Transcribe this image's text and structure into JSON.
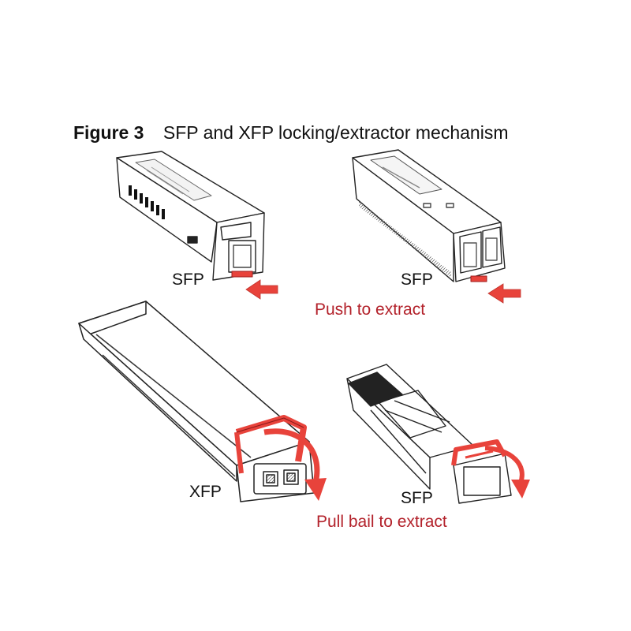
{
  "figure": {
    "number": "Figure 3",
    "title": "SFP and XFP locking/extractor mechanism"
  },
  "labels": {
    "sfp_top_left": "SFP",
    "sfp_top_right": "SFP",
    "xfp_bottom_left": "XFP",
    "sfp_bottom_right": "SFP"
  },
  "captions": {
    "push": "Push to extract",
    "pull": "Pull bail to extract"
  },
  "colors": {
    "accent_red": "#e8433b",
    "caption_red": "#b3222b",
    "outline": "#222222"
  },
  "icons": [
    "push-arrow-icon",
    "curved-pull-arrow-icon"
  ]
}
